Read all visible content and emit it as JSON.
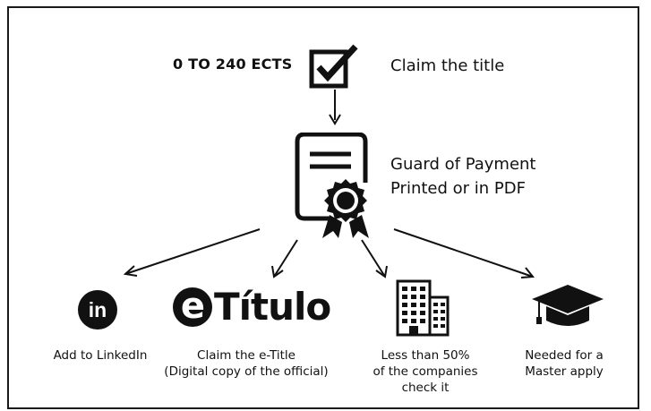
{
  "top": {
    "range_label": "0 TO 240 ECTS",
    "claim_label": "Claim the title"
  },
  "certificate": {
    "line1": "Guard of Payment",
    "line2": "Printed or in PDF"
  },
  "outcomes": {
    "linkedin": {
      "icon_text": "in",
      "label": "Add to LinkedIn"
    },
    "etitle": {
      "logo_e": "e",
      "logo_rest": "Título",
      "line1": "Claim the e-Title",
      "line2": "(Digital copy of the official)"
    },
    "companies": {
      "line1": "Less than 50%",
      "line2": "of the companies",
      "line3": "check it"
    },
    "master": {
      "line1": "Needed for a",
      "line2": "Master apply"
    }
  },
  "icons": {
    "checkbox": "checkbox-checked-icon",
    "certificate": "certificate-ribbon-icon",
    "linkedin": "linkedin-icon",
    "building": "building-icon",
    "mortarboard": "graduation-cap-icon"
  }
}
